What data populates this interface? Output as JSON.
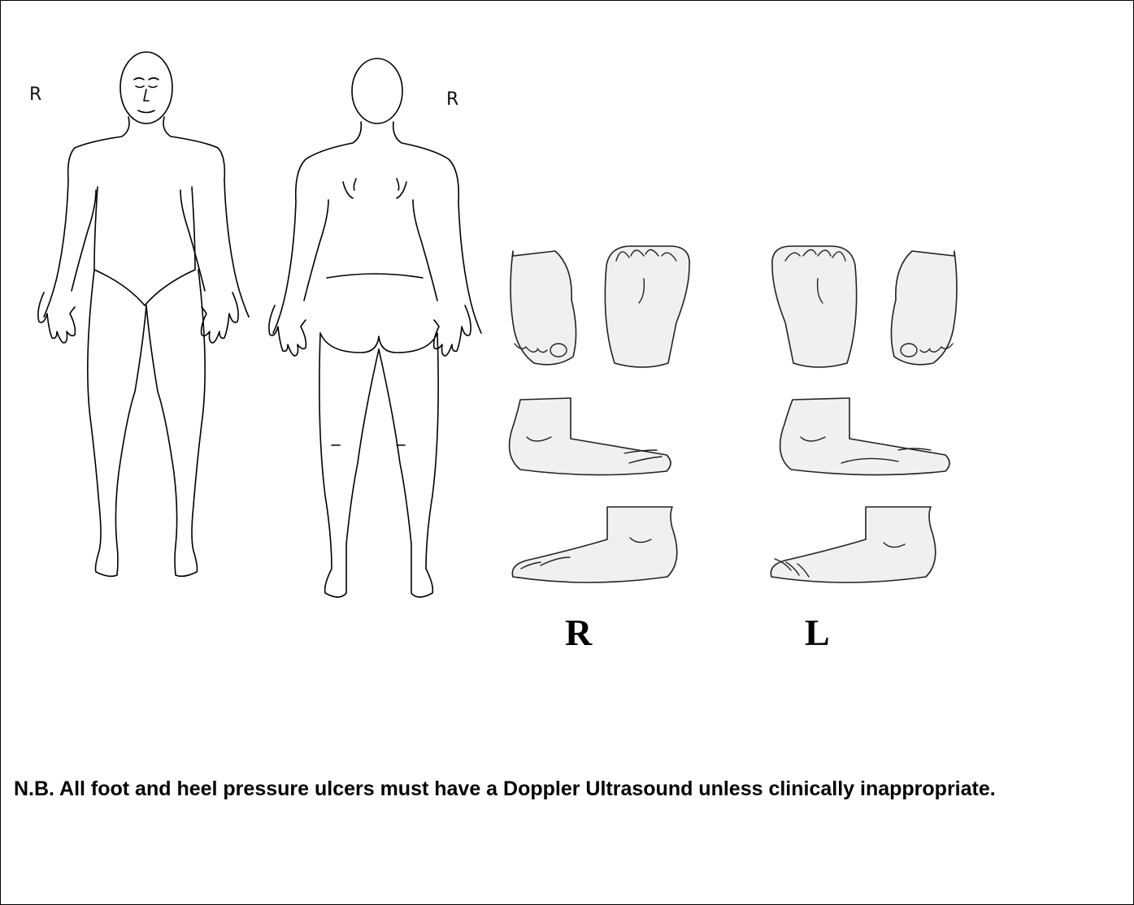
{
  "labels": {
    "front_side": "R",
    "back_side": "R",
    "right_feet": "R",
    "left_feet": "L"
  },
  "note": "N.B. All foot and heel pressure ulcers must have a Doppler Ultrasound unless clinically inappropriate."
}
